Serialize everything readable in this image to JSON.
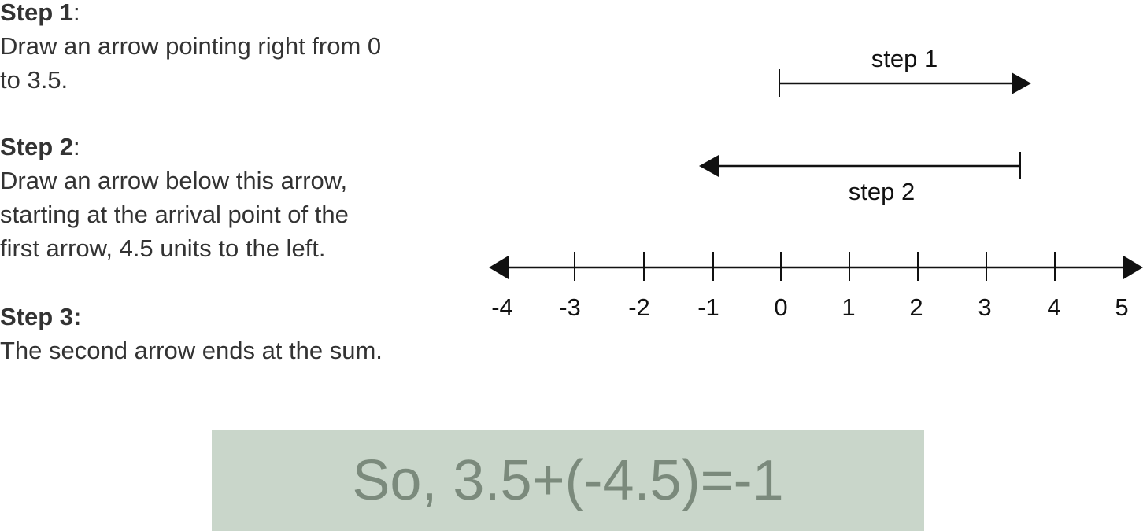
{
  "steps": [
    {
      "title": "Step 1",
      "suffix": ":",
      "lines": [
        "Draw an arrow pointing right from 0",
        "to 3.5."
      ]
    },
    {
      "title": "Step 2",
      "suffix": ":",
      "lines": [
        "Draw an arrow below this arrow,",
        "starting at the arrival point of the",
        "first arrow, 4.5 units to the left."
      ]
    },
    {
      "title": "Step 3:",
      "suffix": "",
      "lines": [
        "The second arrow ends at the sum."
      ]
    }
  ],
  "number_line": {
    "ticks": [
      "-4",
      "-3",
      "-2",
      "-1",
      "0",
      "1",
      "2",
      "3",
      "4",
      "5"
    ],
    "arrows": [
      {
        "label": "step 1",
        "from": 0,
        "to": 3.5
      },
      {
        "label": "step 2",
        "from": 3.5,
        "to": -1
      }
    ]
  },
  "result": "So, 3.5+(-4.5)=-1",
  "colors": {
    "result_background": "#c9d6ca",
    "result_text": "#7b8a7c"
  }
}
